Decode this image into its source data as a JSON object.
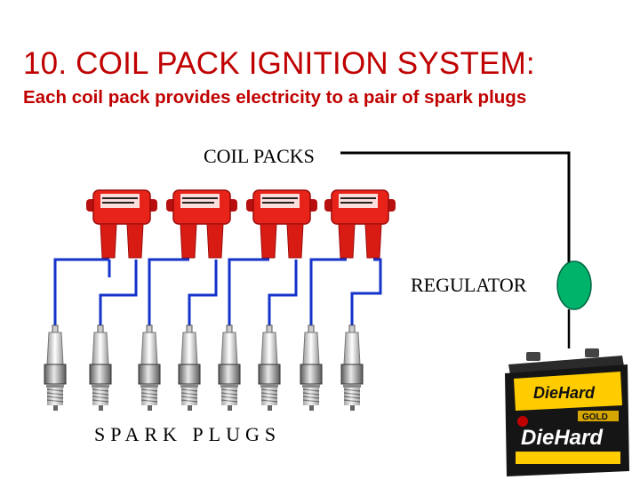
{
  "title": "10.  COIL PACK IGNITION SYSTEM:",
  "subtitle": "Each coil pack provides electricity to a pair of spark plugs",
  "labels": {
    "coil_packs": "COIL PACKS",
    "regulator": "REGULATOR",
    "spark_plugs": "SPARK PLUGS"
  },
  "battery": {
    "brand": "DieHard",
    "badge": "GOLD"
  },
  "colors": {
    "title": "#c00000",
    "coil": "#e8231a",
    "wire": "#1533c9",
    "regulator": "#00b36b",
    "battery": "#151515",
    "battery_label": "#ffcc00"
  },
  "counts": {
    "coil_packs": 4,
    "spark_plugs": 8
  }
}
